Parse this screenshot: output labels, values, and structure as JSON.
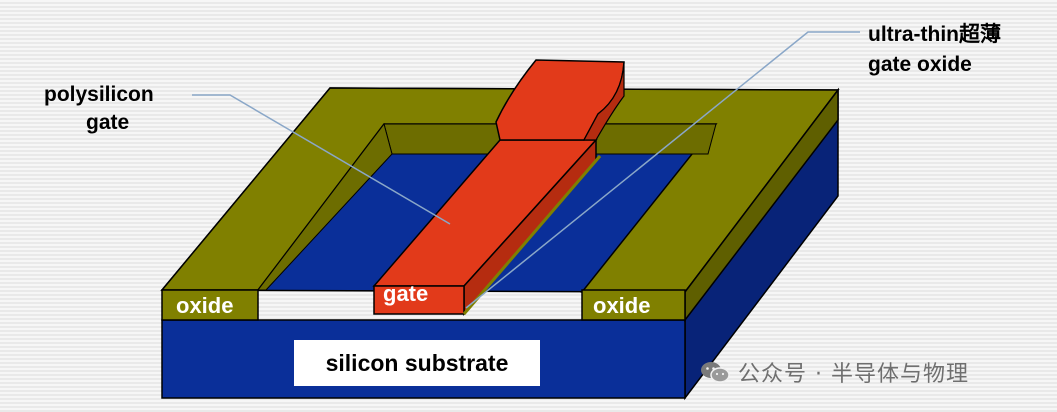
{
  "labels": {
    "polysilicon_gate_line1": "polysilicon",
    "polysilicon_gate_line2": "gate",
    "gate_oxide_line1": "ultra-thin超薄",
    "gate_oxide_line2": "gate oxide",
    "gate": "gate",
    "oxide_left": "oxide",
    "oxide_right": "oxide",
    "substrate": "silicon substrate"
  },
  "watermark": {
    "text": "公众号 · 半导体与物理",
    "icon": "wechat-icon"
  },
  "colors": {
    "oxide": "#808000",
    "oxide_dark": "#5f5f00",
    "substrate": "#0a2f99",
    "substrate_dark": "#082378",
    "gate": "#e23a1a",
    "gate_dark": "#b52c10"
  }
}
